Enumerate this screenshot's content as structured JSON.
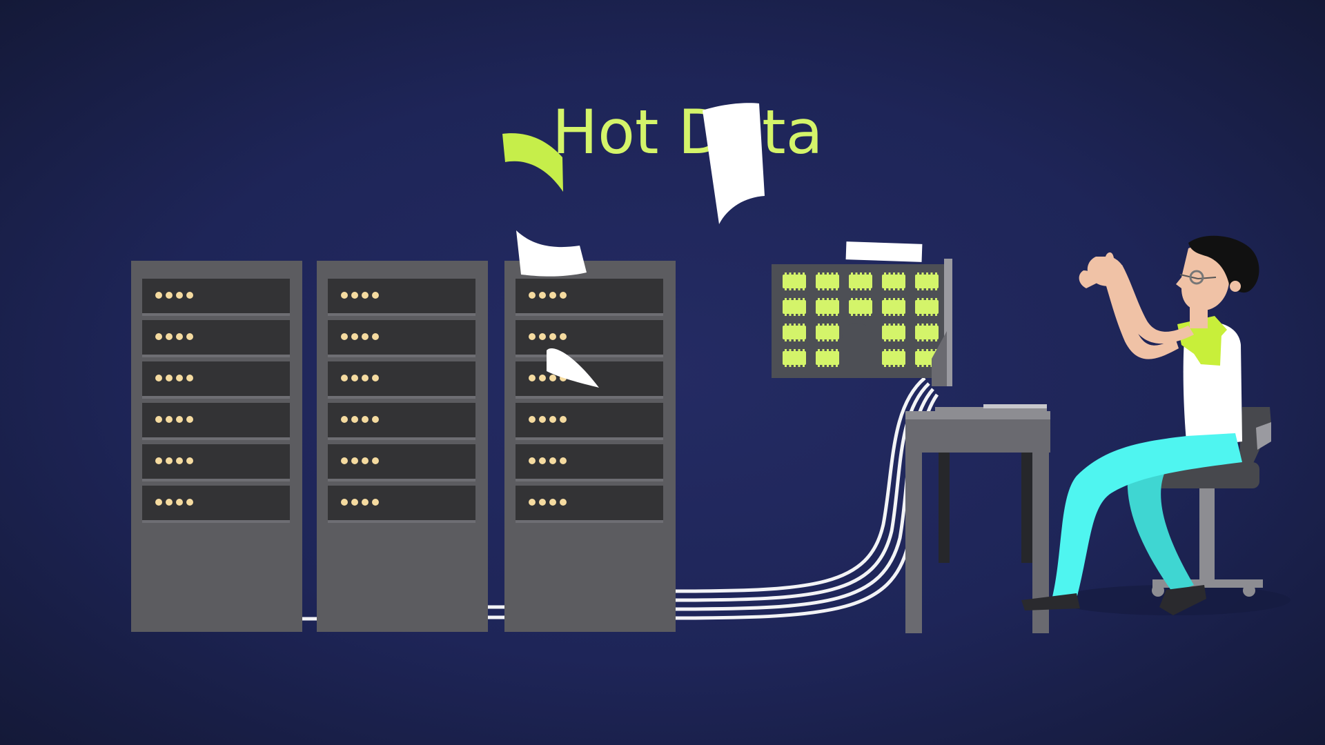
{
  "title": "Hot Data",
  "colors": {
    "background": "#1e2558",
    "title": "#d4f46a",
    "rack": "#5c5c60",
    "server_slot": "#333335",
    "server_led": "#f5dba0",
    "chip": "#d4f46a",
    "cable": "#ffffff",
    "pants": "#4ff5f0",
    "shirt_collar": "#c8ef3a"
  },
  "racks": [
    {
      "slots": 6,
      "leds_per_slot": 4
    },
    {
      "slots": 6,
      "leds_per_slot": 4
    },
    {
      "slots": 6,
      "leds_per_slot": 4
    }
  ],
  "chip_grid": {
    "rows": 4,
    "cols": 5
  },
  "icons": [
    "server-rack-illustration",
    "memory-chip-board",
    "paper-sheet",
    "desk",
    "office-chair",
    "person-illustration"
  ]
}
